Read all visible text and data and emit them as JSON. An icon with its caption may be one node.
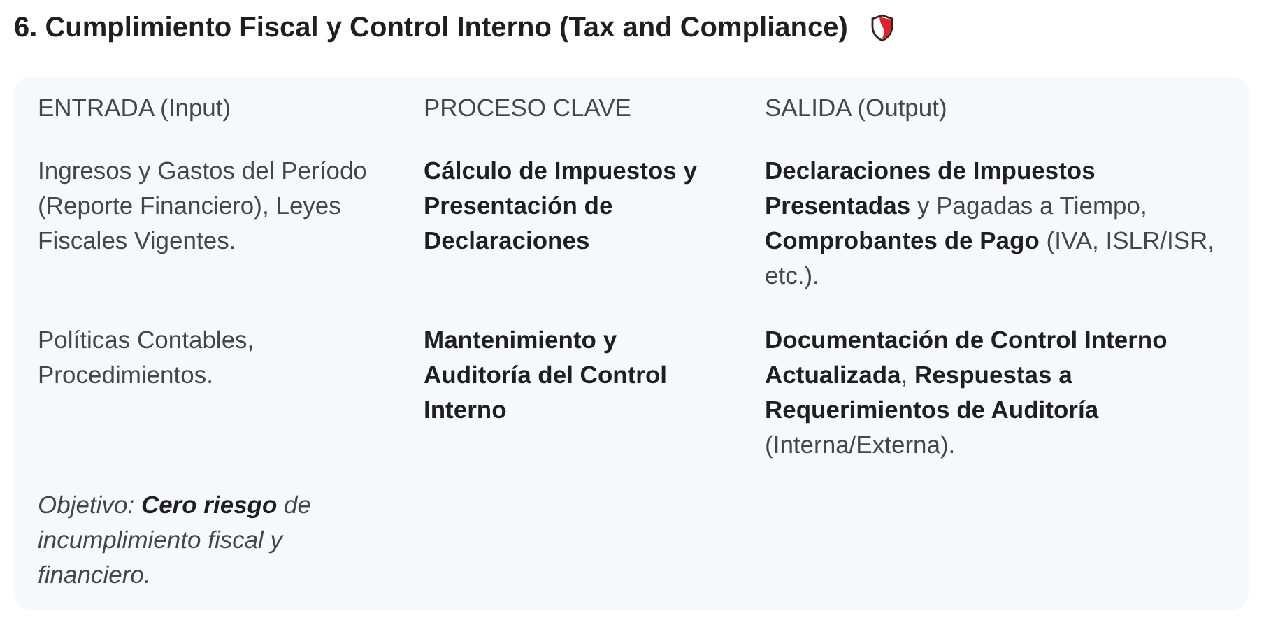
{
  "diagram": {
    "title": "6. Cumplimiento Fiscal y Control Interno (Tax and Compliance)",
    "labels": [
      "ENTRADA (Input)",
      "PROCESO CLAVE",
      "SALIDA (Output)",
      "Ingresos y Gastos del Período (Reporte Financiero), Leyes Fiscales Vigentes.",
      "Cálculo de Impuestos y Presentación de Declaraciones",
      "**Declaraciones de Impuestos Presentadas** y Pagadas a Tiempo, **Comprobantes de Pago** (IVA, ISLR/ISR, etc.).",
      "Políticas Contables, Procedimientos.",
      "Mantenimiento y Auditoría del Control Interno",
      "**Documentación de Control Interno Actualizada**, **Respuestas a Requerimientos de Auditoría** (Interna/Externa).",
      "Objetivo: **Cero riesgo** de incumplimiento fiscal y financiero."
    ]
  }
}
